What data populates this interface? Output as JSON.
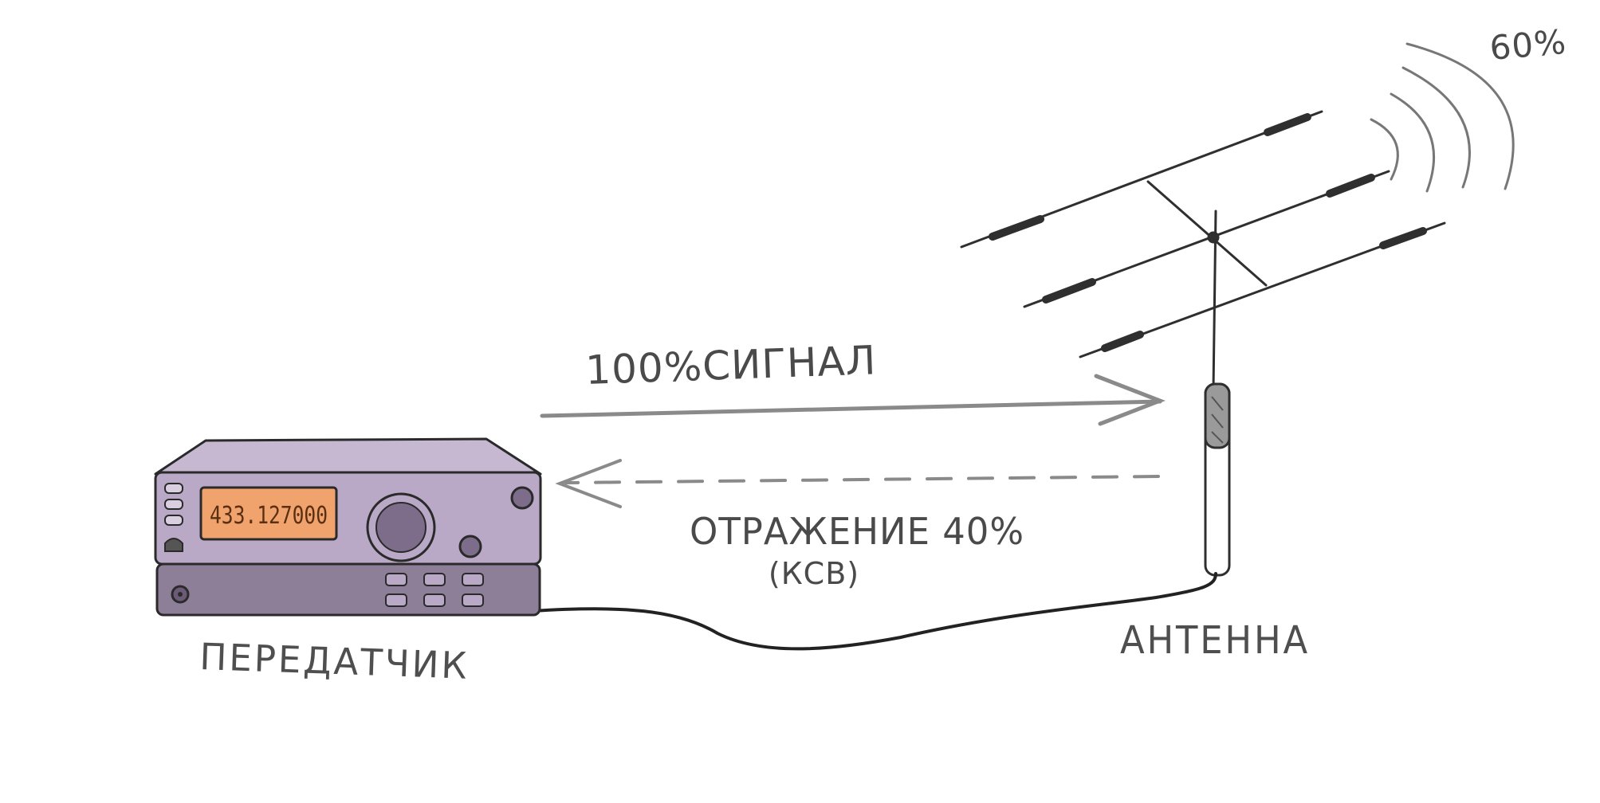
{
  "labels": {
    "transmitter": "ПЕРЕДАТЧИК",
    "antenna": "АНТЕННА",
    "forward_signal": "100%СИГНАЛ",
    "reflection": "ОТРАЖЕНИЕ 40%",
    "swr": "(КСВ)",
    "radiated": "60%"
  },
  "transmitter": {
    "display_frequency": "433.127000",
    "display_color": "#f0a36c",
    "body_color": "#b8a8c4",
    "base_color": "#8e7f99"
  },
  "colors": {
    "stroke": "#2f2f2f",
    "arrow": "#8a8a8a",
    "text": "#4a4a4a"
  }
}
